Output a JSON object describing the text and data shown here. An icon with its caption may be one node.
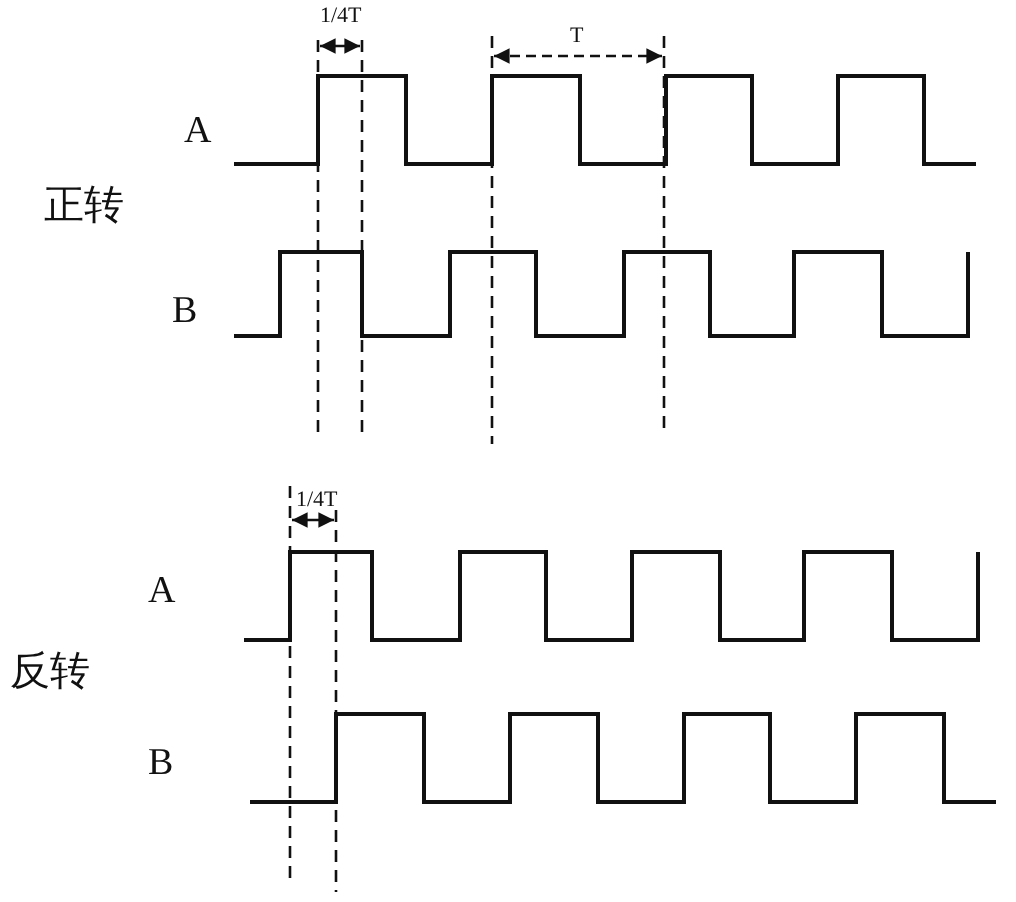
{
  "diagram": {
    "labels": [
      "1/4T",
      "T",
      "A",
      "正转",
      "B",
      "1/4T",
      "A",
      "反转",
      "B"
    ]
  }
}
